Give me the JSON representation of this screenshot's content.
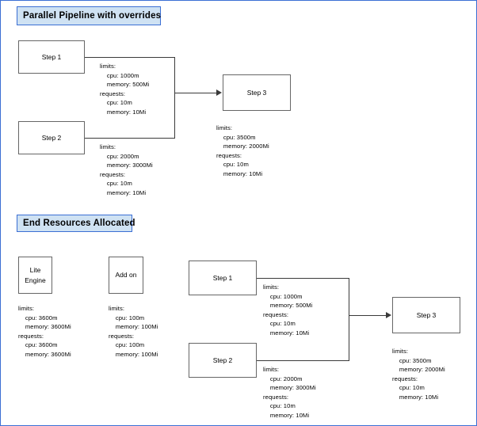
{
  "page": {
    "border_color": "#3b6fd4",
    "background": "#ffffff"
  },
  "sections": [
    {
      "id": "parallel-pipeline",
      "banner": {
        "label": "Parallel Pipeline with  overrides",
        "fill": "#cfe2f3",
        "border": "#3b6fd4"
      }
    },
    {
      "id": "end-resources-allocated",
      "banner": {
        "label": "End Resources Allocated",
        "fill": "#cfe2f3",
        "border": "#3b6fd4"
      }
    }
  ],
  "top": {
    "nodes": {
      "step1": {
        "label": "Step 1"
      },
      "step2": {
        "label": "Step 2"
      },
      "step3": {
        "label": "Step 3"
      }
    },
    "specs": {
      "step1": "limits:\n    cpu: 1000m\n    memory: 500Mi\nrequests:\n    cpu: 10m\n    memory: 10Mi",
      "step2": "limits:\n    cpu: 2000m\n    memory: 3000Mi\nrequests:\n    cpu: 10m\n    memory: 10Mi",
      "step3": "limits:\n    cpu: 3500m\n    memory: 2000Mi\nrequests:\n    cpu: 10m\n    memory: 10Mi"
    }
  },
  "bottom": {
    "nodes": {
      "lite_engine": {
        "label": "Lite\nEngine"
      },
      "add_on": {
        "label": "Add on"
      },
      "step1": {
        "label": "Step 1"
      },
      "step2": {
        "label": "Step 2"
      },
      "step3": {
        "label": "Step 3"
      }
    },
    "specs": {
      "lite_engine": "limits:\n    cpu: 3600m\n    memory: 3600Mi\nrequests:\n    cpu: 3600m\n    memory: 3600Mi",
      "add_on": "limits:\n    cpu: 100m\n    memory: 100Mi\nrequests:\n    cpu: 100m\n    memory: 100Mi",
      "step1": "limits:\n    cpu: 1000m\n    memory: 500Mi\nrequests:\n    cpu: 10m\n    memory: 10Mi",
      "step2": "limits:\n    cpu: 2000m\n    memory: 3000Mi\nrequests:\n    cpu: 10m\n    memory: 10Mi",
      "step3": "limits:\n    cpu: 3500m\n    memory: 2000Mi\nrequests:\n    cpu: 10m\n    memory: 10Mi"
    }
  }
}
